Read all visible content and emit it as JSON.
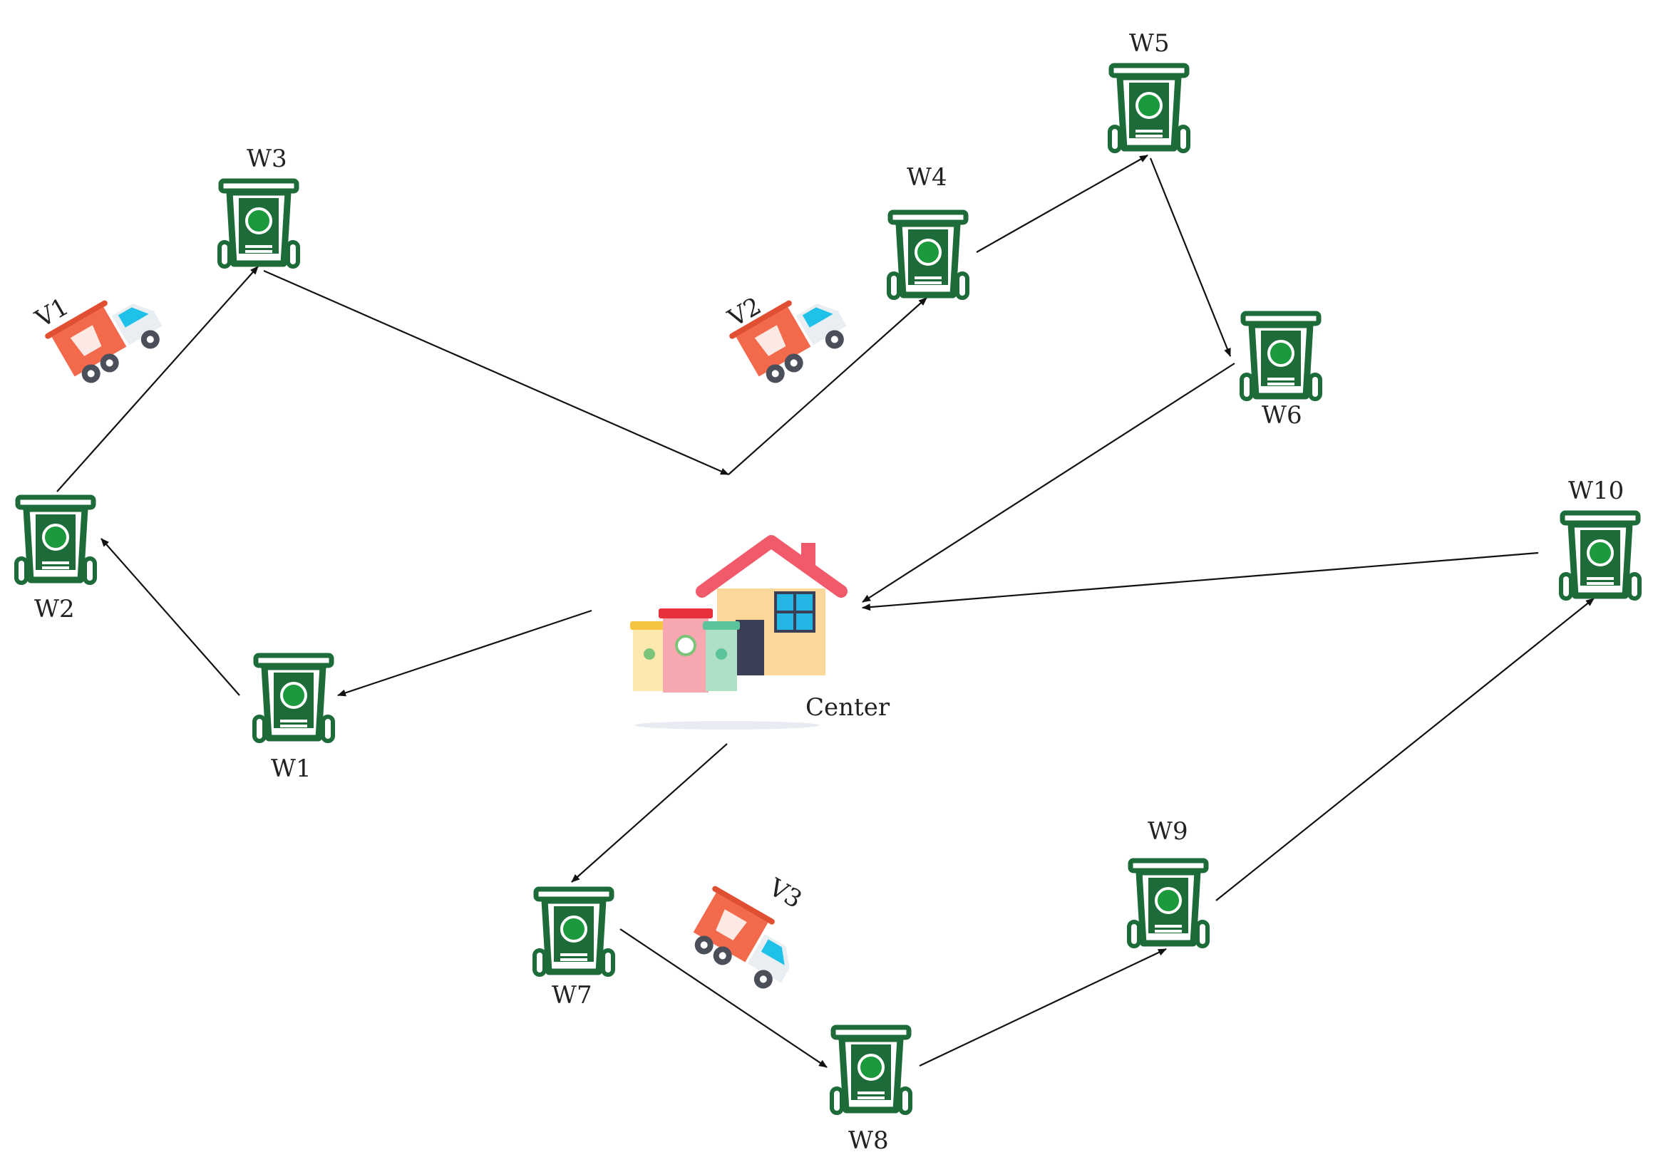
{
  "colors": {
    "bin_green": "#1e6b3a",
    "bin_dot": "#1a9a3c",
    "truck_orange": "#f26a4b",
    "truck_blue": "#1fc1e8",
    "arrow": "#111111",
    "house_wall": "#fbd89a",
    "house_roof": "#f05a6a",
    "house_window": "#23b6e4",
    "house_door": "#3a3f55"
  },
  "icons": {
    "bin": "wheelie-bin-icon",
    "truck": "garbage-truck-icon",
    "center": "collection-center-icon"
  },
  "center": {
    "label": "Center"
  },
  "bins": [
    {
      "id": "w1",
      "label": "W1"
    },
    {
      "id": "w2",
      "label": "W2"
    },
    {
      "id": "w3",
      "label": "W3"
    },
    {
      "id": "w4",
      "label": "W4"
    },
    {
      "id": "w5",
      "label": "W5"
    },
    {
      "id": "w6",
      "label": "W6"
    },
    {
      "id": "w7",
      "label": "W7"
    },
    {
      "id": "w8",
      "label": "W8"
    },
    {
      "id": "w9",
      "label": "W9"
    },
    {
      "id": "w10",
      "label": "W10"
    }
  ],
  "vehicles": [
    {
      "id": "v1",
      "label": "V1"
    },
    {
      "id": "v2",
      "label": "V2"
    },
    {
      "id": "v3",
      "label": "V3"
    }
  ],
  "routes": [
    {
      "vehicle": "V1",
      "stops": [
        "Center",
        "W1",
        "W2",
        "W3"
      ]
    },
    {
      "vehicle": "V2",
      "stops": [
        "W4",
        "W5",
        "W6",
        "Center"
      ]
    },
    {
      "vehicle": "V3",
      "stops": [
        "Center",
        "W7",
        "W8",
        "W9",
        "W10",
        "Center"
      ]
    }
  ]
}
